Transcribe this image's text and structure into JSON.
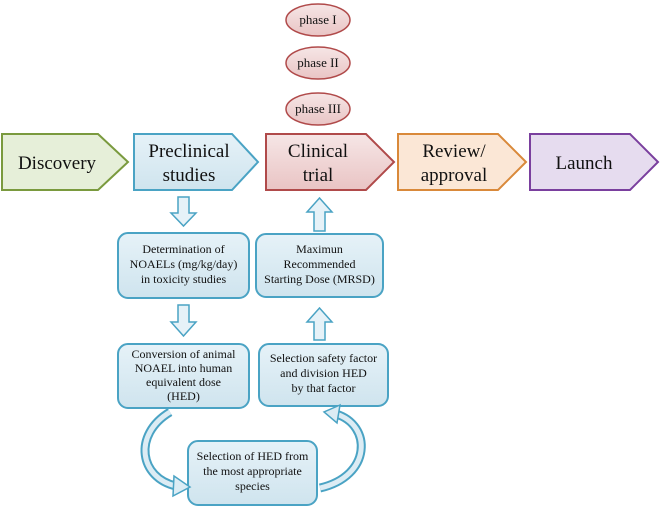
{
  "phases": [
    "phase I",
    "phase II",
    "phase III"
  ],
  "stages": {
    "discovery": "Discovery",
    "preclinical": [
      "Preclinical",
      "studies"
    ],
    "clinical": [
      "Clinical",
      "trial"
    ],
    "review": [
      "Review/",
      "approval"
    ],
    "launch": "Launch"
  },
  "steps": {
    "noael": [
      "Determination of",
      "NOAELs (mg/kg/day)",
      "in toxicity studies"
    ],
    "conversion": [
      "Conversion of  animal",
      "NOAEL into human",
      "equivalent dose",
      "(HED)"
    ],
    "selection_hed": [
      "Selection of HED from",
      "the most appropriate",
      "species"
    ],
    "safety": [
      "Selection safety factor",
      "and division HED",
      "by that factor"
    ],
    "mrsd": [
      "Maximun",
      "Recommended",
      "Starting Dose (MRSD)"
    ]
  },
  "colors": {
    "discovery_fill": "#e6efd9",
    "discovery_stroke": "#7a9a3e",
    "blue_fill": "#dcecf4",
    "blue_stroke": "#4aa3c4",
    "red_fill": "#f2dbdb",
    "red_stroke": "#b04a4a",
    "orange_fill": "#fbe7d6",
    "orange_stroke": "#d9893a",
    "purple_fill": "#e6dcef",
    "purple_stroke": "#7a3f9e"
  }
}
